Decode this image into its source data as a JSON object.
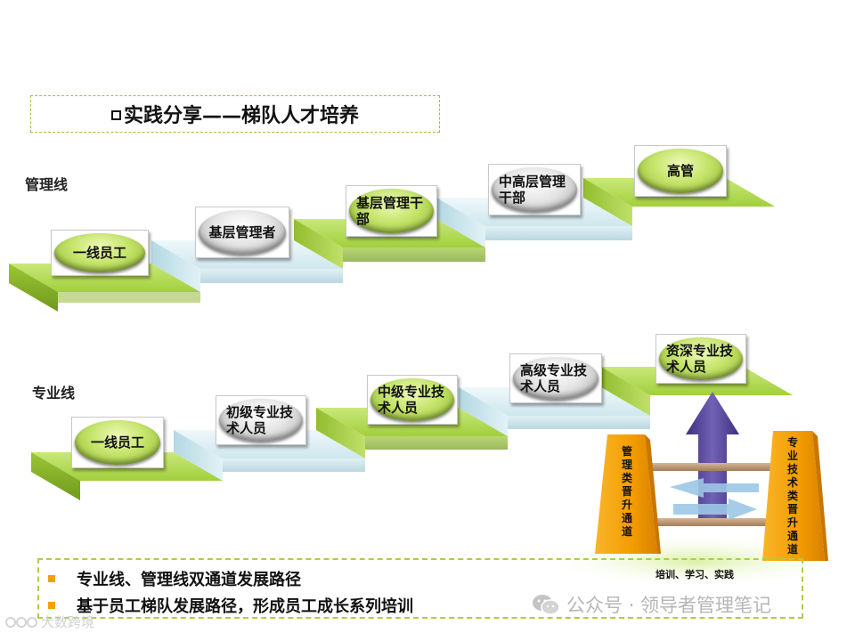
{
  "title": "实践分享——梯队人才培养",
  "management_line": {
    "label": "管理线",
    "steps": [
      "一线员工",
      "基层管理者",
      "基层管理干部",
      "中高层管理干部",
      "高管"
    ]
  },
  "professional_line": {
    "label": "专业线",
    "steps": [
      "一线员工",
      "初级专业技术人员",
      "中级专业技术人员",
      "高级专业技术人员",
      "资深专业技术人员"
    ]
  },
  "ladder": {
    "left_pillar_chars": [
      "管",
      "理",
      "类",
      "晋",
      "升",
      "通",
      "道"
    ],
    "right_pillar_chars": [
      "专",
      "业",
      "技",
      "术",
      "类",
      "晋",
      "升",
      "通",
      "道"
    ],
    "caption": "培训、学习、实践"
  },
  "bullets": [
    "专业线、管理线双通道发展路径",
    "基于员工梯队发展路径，形成员工成长系列培训"
  ],
  "watermark": "公众号 · 领导者管理笔记",
  "corner_logo": "大数跨境",
  "colors": {
    "step_green": "#a8d34c",
    "step_blue": "#d6ecf2",
    "pillar_orange": "#f5a000",
    "arrow_purple": "#5a4a9c",
    "bullet_orange": "#f5a000"
  }
}
